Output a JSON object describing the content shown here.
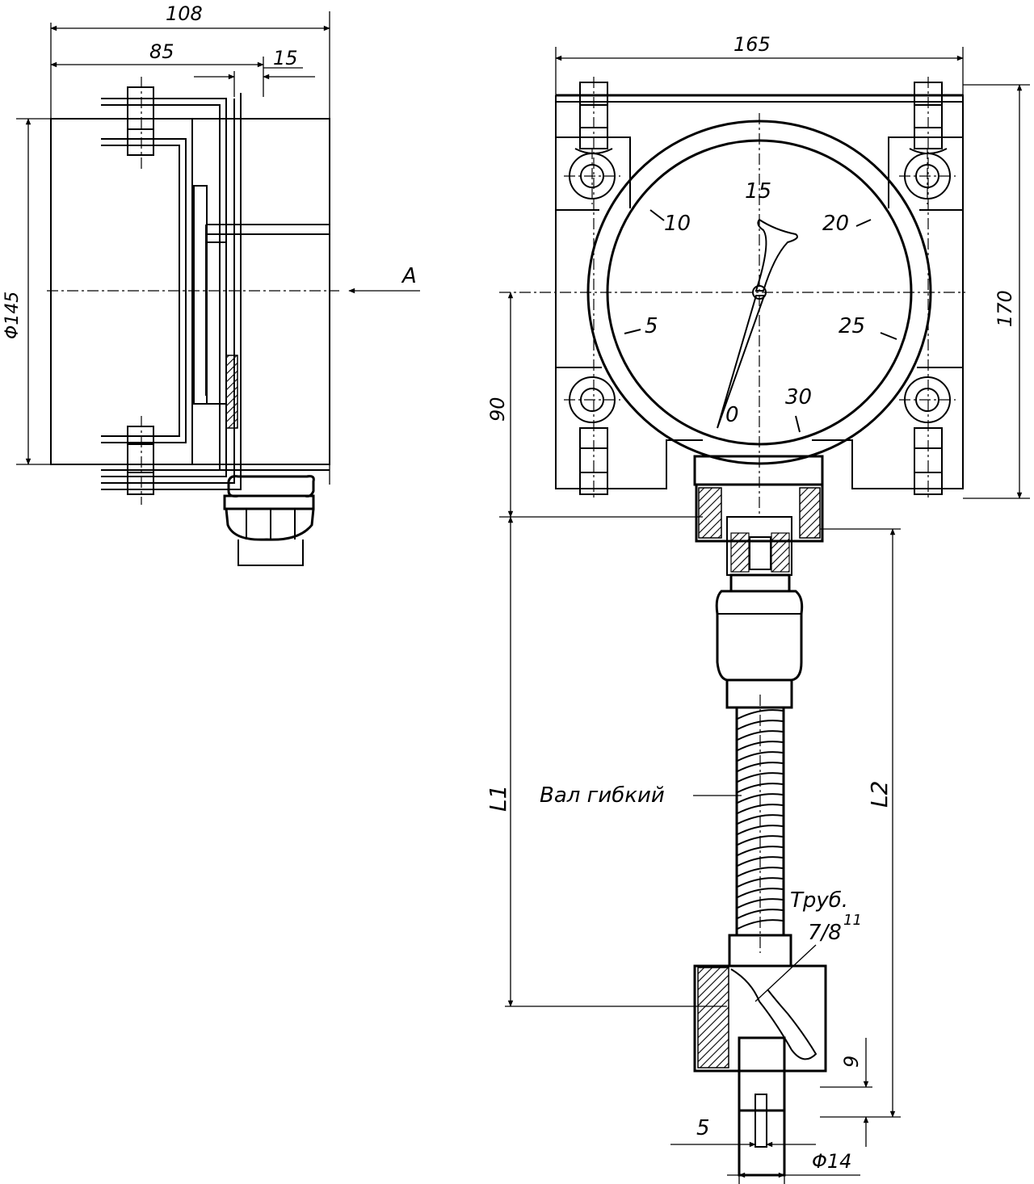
{
  "side_view": {
    "dim_overall": "108",
    "dim_body": "85",
    "dim_flange": "15",
    "dim_diameter": "Φ145",
    "view_arrow_label": "A"
  },
  "front_view": {
    "dim_width": "165",
    "dim_height": "170",
    "dim_center_height": "90",
    "dial_labels": [
      "0",
      "5",
      "10",
      "15",
      "20",
      "25",
      "30"
    ],
    "dim_L1": "L1",
    "dim_L2": "L2",
    "shaft_label": "Вал гибкий",
    "tube_label": "Труб.",
    "tube_fraction": "7/8",
    "tube_superscript": "11",
    "dim_key_width": "5",
    "dim_key_depth": "9",
    "dim_shaft_diameter": "Φ14"
  }
}
